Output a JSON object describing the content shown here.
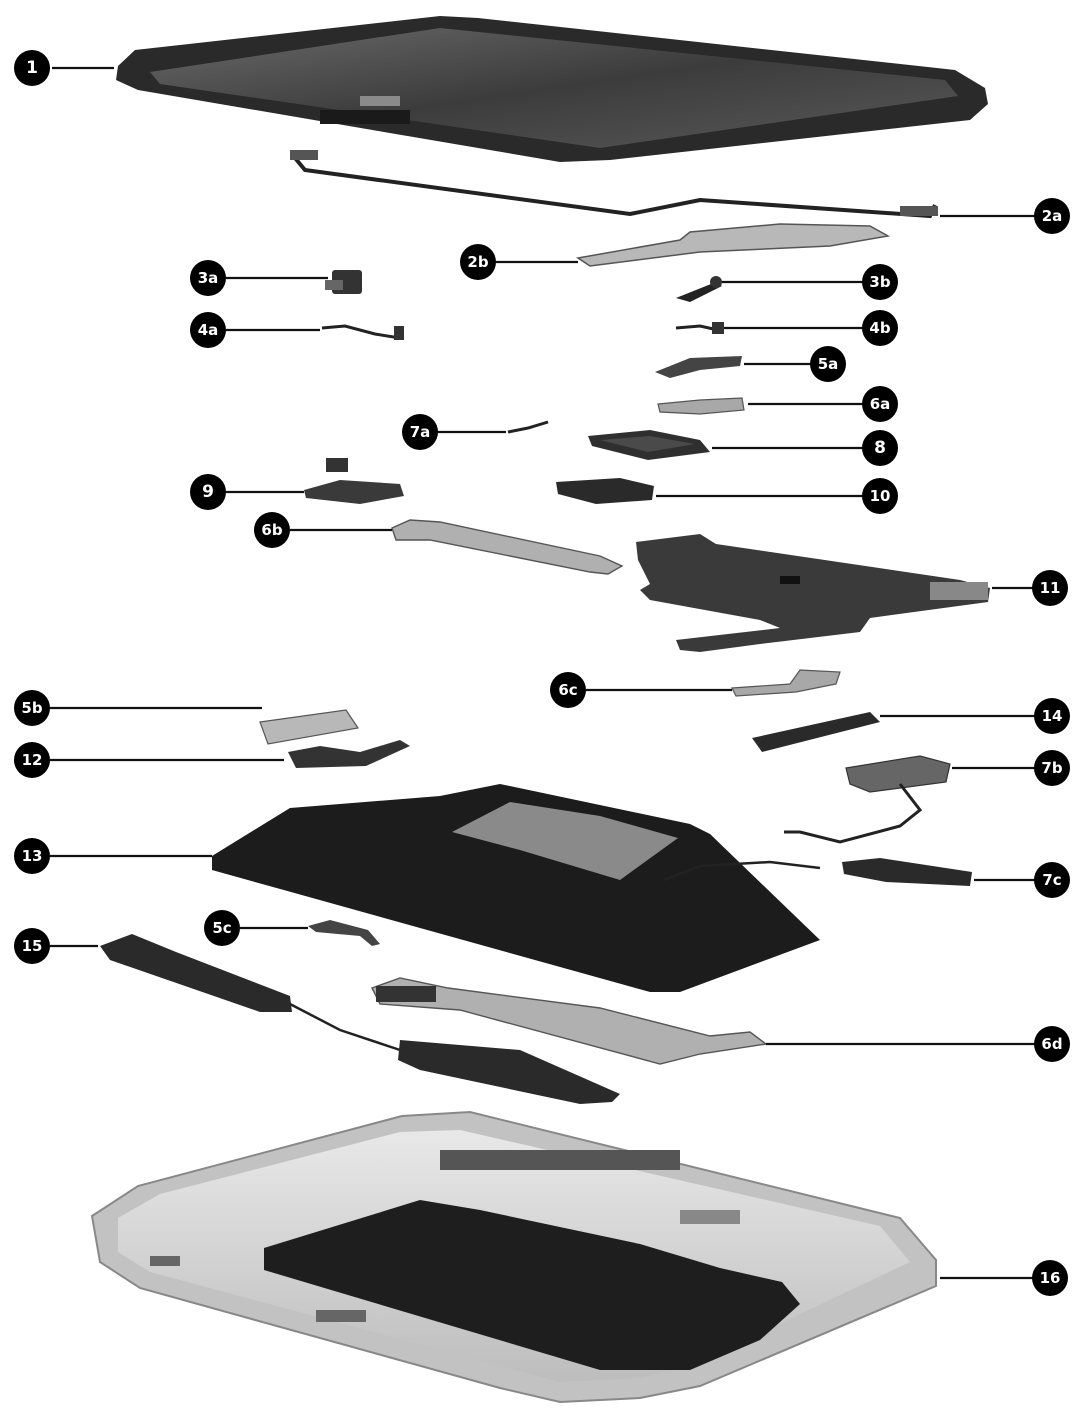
{
  "callouts": [
    {
      "id": "1",
      "label": "1"
    },
    {
      "id": "2a",
      "label": "2a"
    },
    {
      "id": "2b",
      "label": "2b"
    },
    {
      "id": "3a",
      "label": "3a"
    },
    {
      "id": "3b",
      "label": "3b"
    },
    {
      "id": "4a",
      "label": "4a"
    },
    {
      "id": "4b",
      "label": "4b"
    },
    {
      "id": "5a",
      "label": "5a"
    },
    {
      "id": "6a",
      "label": "6a"
    },
    {
      "id": "7a",
      "label": "7a"
    },
    {
      "id": "8",
      "label": "8"
    },
    {
      "id": "9",
      "label": "9"
    },
    {
      "id": "10",
      "label": "10"
    },
    {
      "id": "6b",
      "label": "6b"
    },
    {
      "id": "11",
      "label": "11"
    },
    {
      "id": "6c",
      "label": "6c"
    },
    {
      "id": "5b",
      "label": "5b"
    },
    {
      "id": "14",
      "label": "14"
    },
    {
      "id": "12",
      "label": "12"
    },
    {
      "id": "7b",
      "label": "7b"
    },
    {
      "id": "13",
      "label": "13"
    },
    {
      "id": "7c",
      "label": "7c"
    },
    {
      "id": "5c",
      "label": "5c"
    },
    {
      "id": "15",
      "label": "15"
    },
    {
      "id": "6d",
      "label": "6d"
    },
    {
      "id": "16",
      "label": "16"
    }
  ]
}
